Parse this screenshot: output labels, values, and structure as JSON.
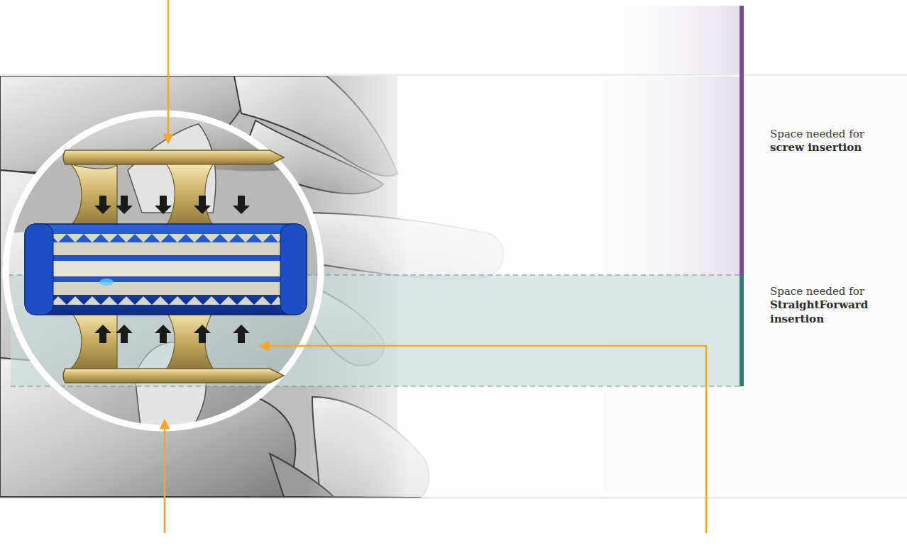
{
  "diagram": {
    "labels": [
      "Space needed for",
      "screw insertion",
      "Space needed for",
      "StraightForward insertion"
    ]
  }
}
